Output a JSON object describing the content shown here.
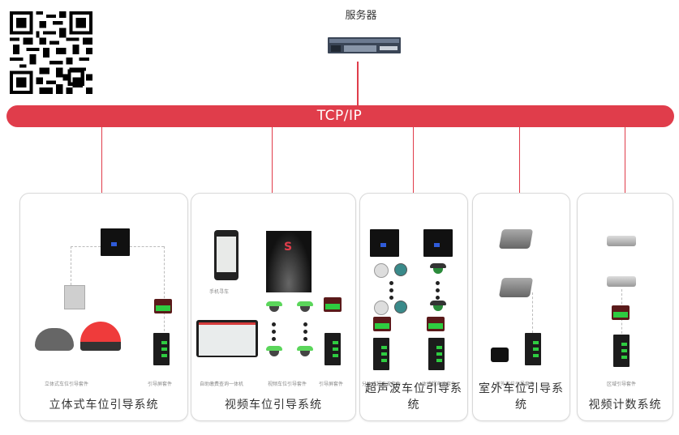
{
  "server": {
    "label": "服务器",
    "icon": "server-icon"
  },
  "network": {
    "label": "TCP/IP",
    "color": "#e03d4b"
  },
  "qr": {
    "icon": "qr-code-icon"
  },
  "panels": [
    {
      "title": "立体式车位引导系统",
      "captions": [
        "立体式车位引导套件",
        "引导屏套件"
      ]
    },
    {
      "title": "视频车位引导系统",
      "captions": [
        "手机寻车",
        "自助缴费查询一体机",
        "视频车位引导套件",
        "引导屏套件"
      ]
    },
    {
      "title": "超声波车位引导系统",
      "captions": [
        "分体式超声波套件",
        "一体式超声波套件"
      ]
    },
    {
      "title": "室外车位引导系统",
      "captions": [
        "室外车位引导套件"
      ]
    },
    {
      "title": "视频计数系统",
      "captions": [
        "区域引导套件"
      ]
    }
  ]
}
